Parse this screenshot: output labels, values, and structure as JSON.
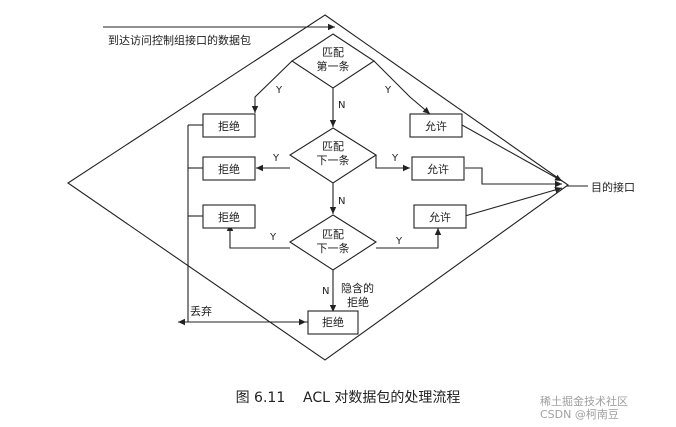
{
  "diagram": {
    "entry_label": "到达访问控制组接口的数据包",
    "match_first": [
      "匹配",
      "第一条"
    ],
    "match_next": [
      "匹配",
      "下一条"
    ],
    "deny": "拒绝",
    "permit": "允许",
    "yes": "Y",
    "no": "N",
    "implicit_deny": [
      "隐含的",
      "拒绝"
    ],
    "discard": "丢弃",
    "destination": "目的接口"
  },
  "caption": "图 6.11    ACL 对数据包的处理流程",
  "watermark": "稀土掘金技术社区",
  "watermark_brand": "CSDN @柯南豆"
}
